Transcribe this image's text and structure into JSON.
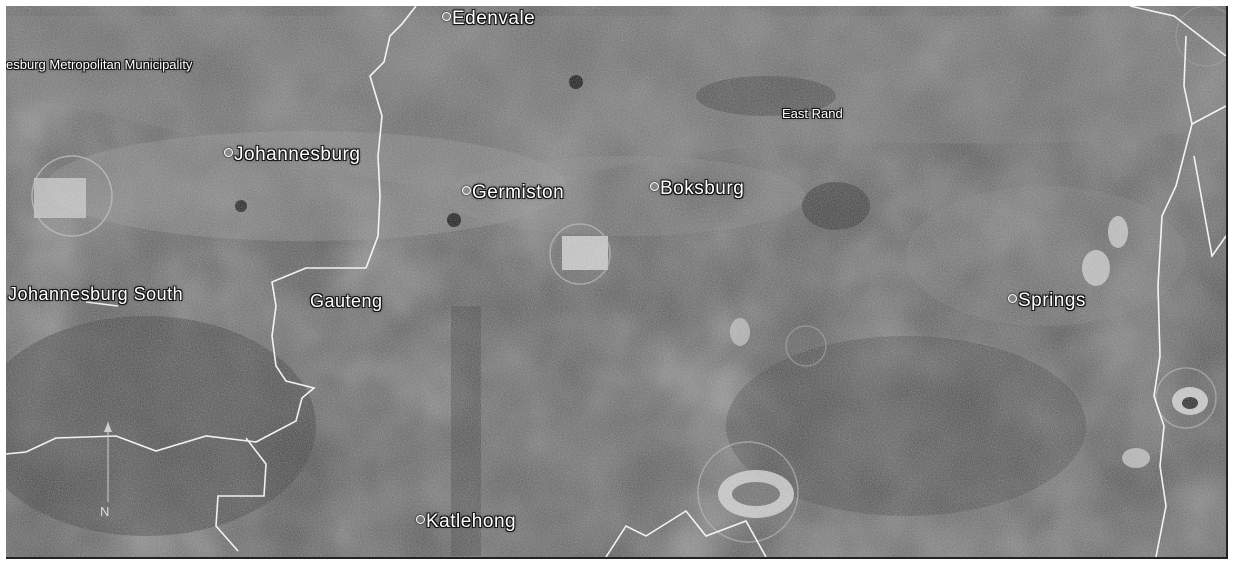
{
  "map": {
    "labels": {
      "edenvale": "Edenvale",
      "municipality": "esburg Metropolitan Municipality",
      "east_rand": "East Rand",
      "johannesburg": "Johannesburg",
      "germiston": "Germiston",
      "boksburg": "Boksburg",
      "johannesburg_south": "Johannesburg South",
      "gauteng": "Gauteng",
      "springs": "Springs",
      "katlehong": "Katlehong"
    },
    "north_arrow": "N",
    "colors": {
      "terrain_base": "#4a4a4a",
      "urban": "#8a8a8a",
      "boundary": "#ffffff",
      "label_text": "#ffffff"
    }
  }
}
